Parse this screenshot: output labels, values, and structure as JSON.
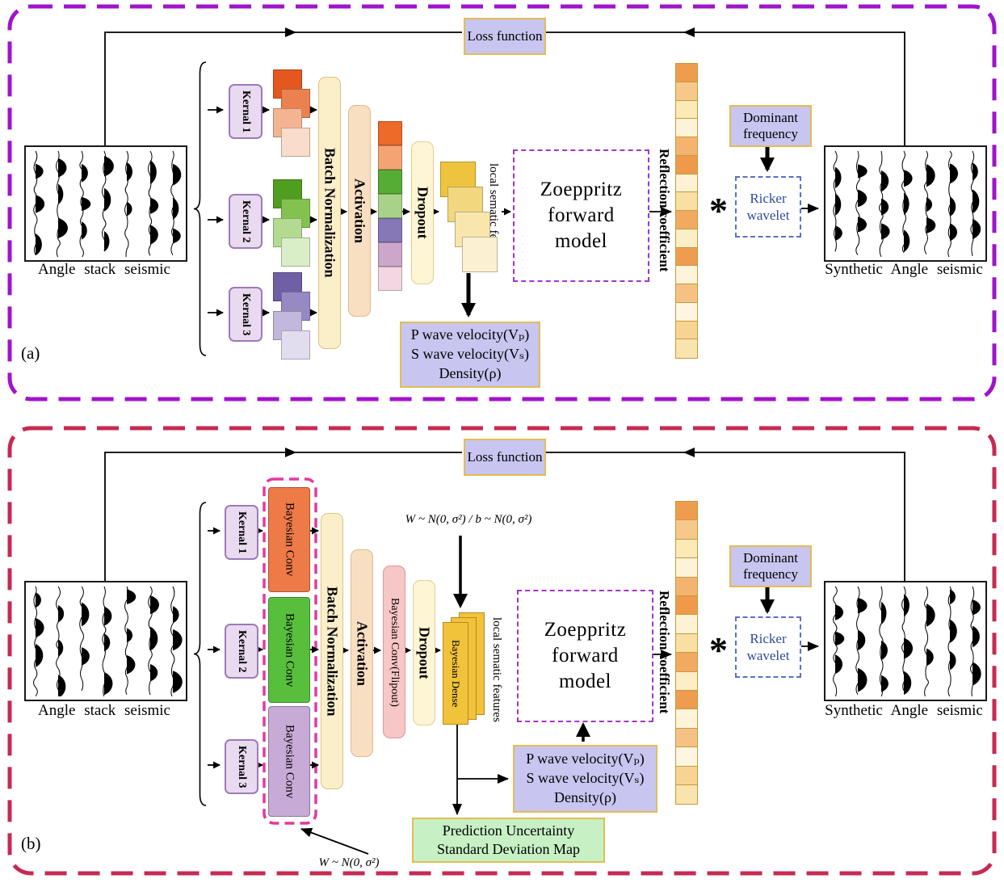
{
  "common": {
    "loss": "Loss function",
    "angle_caption": "Angle stack seismic",
    "synthetic_caption": "Synthetic Angle seismic",
    "kernals": [
      "Kernal 1",
      "Kernal 2",
      "Kernal 3"
    ],
    "batch_norm": "Batch Normalization",
    "activation": "Activation",
    "dropout": "Dropout",
    "local_features": "local sematic features",
    "zoeppritz": [
      "Zoeppritz",
      "forward",
      "model"
    ],
    "reflection": "Reflection coefficient",
    "dominant": "Dominant frequency",
    "ricker": "Ricker wavelet",
    "asterisk": "*",
    "velocity_lines": [
      "P wave velocity(Vₚ)",
      "S wave velocity(Vₛ)",
      "Density(ρ)"
    ]
  },
  "panel_a": {
    "label": "(a)"
  },
  "panel_b": {
    "label": "(b)",
    "bayesian_conv": "Bayesian Conv",
    "flipout": "Bayesian Conv(Flipout)",
    "bayesian_dense": "Bayesian Dense",
    "weight_dist_top": "W ~ N(0, σ²) / b ~ N(0, σ²)",
    "weight_dist_bottom": "W ~ N(0, σ²)",
    "uncertainty_lines": [
      "Prediction Uncertainty",
      "Standard Deviation Map"
    ]
  },
  "colors": {
    "panel_a_border": "#a014ca",
    "panel_b_border": "#c62a52",
    "bayes_group_border": "#e23a9e",
    "zoeppritz_border": "#a435c6",
    "ricker_border": "#5b72c4",
    "gold_border": "#e3bd52",
    "lavender_fill": "#c8c5f0",
    "green_fill": "#c7f0c4",
    "dense_fill": "#f1c33a",
    "bayes_conv_fills": [
      "#ee7a47",
      "#58bf3d",
      "#c7abd6"
    ]
  },
  "palettes": {
    "kernal1_stack": [
      "#e4571f",
      "#ec8150",
      "#f4b491",
      "#f9dcc9"
    ],
    "kernal2_stack": [
      "#4f9e1f",
      "#82c34f",
      "#b3db90",
      "#d9eec7"
    ],
    "kernal3_stack": [
      "#6f5fa5",
      "#9789c2",
      "#c2b7dc",
      "#e2dcef"
    ],
    "feature_column": [
      "#ed6a28",
      "#f4a473",
      "#56ad35",
      "#a8d289",
      "#8677b6",
      "#cda6cb",
      "#f2d7e3"
    ],
    "yellow_stack": [
      "#eec43f",
      "#f3d77f",
      "#f8e6ad",
      "#fbf1d2"
    ],
    "reflection": [
      "#f09c4e",
      "#f6c98b",
      "#fbe9b6",
      "#fdf3d8",
      "#f4b470",
      "#ef9a4a",
      "#fdf2d4",
      "#f9dfa2",
      "#f2aa60",
      "#fceec6",
      "#ef9c50",
      "#fdf4da",
      "#f6c284",
      "#fdf6e0",
      "#f8d493",
      "#fae4ae"
    ]
  }
}
